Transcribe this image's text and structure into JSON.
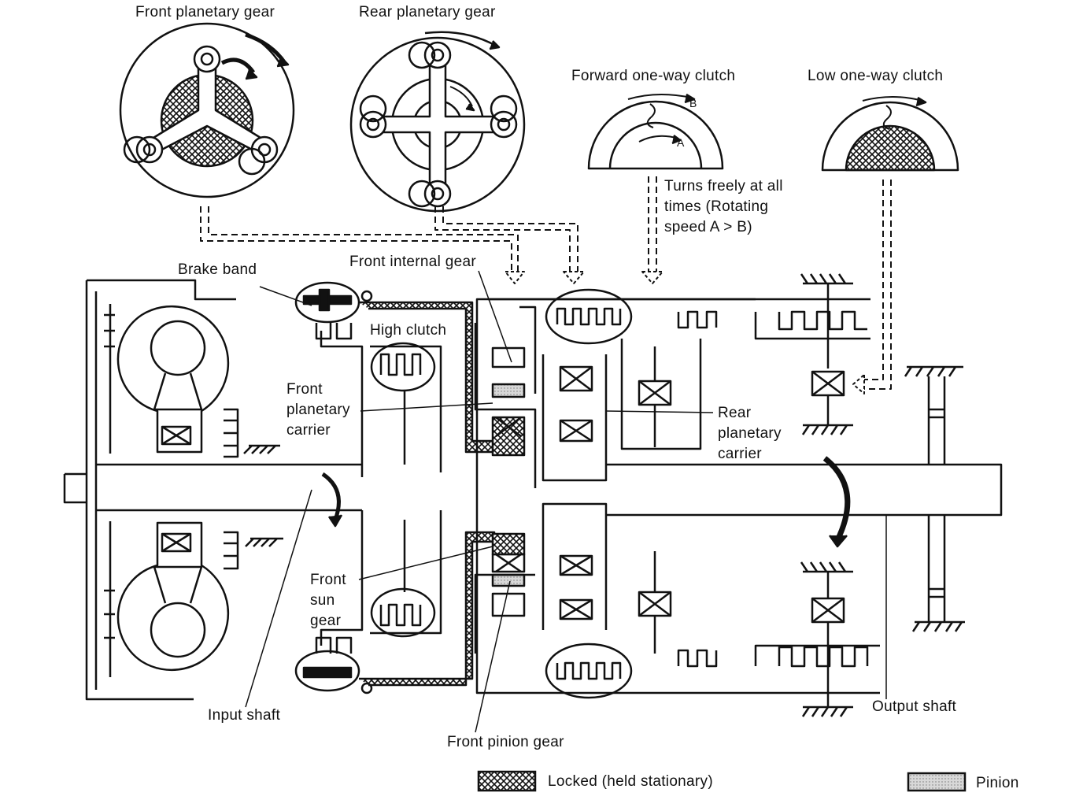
{
  "labels": {
    "front_planetary_gear": "Front planetary gear",
    "rear_planetary_gear": "Rear planetary gear",
    "forward_one_way_clutch": "Forward one-way clutch",
    "low_one_way_clutch": "Low one-way clutch",
    "turns_freely": [
      "Turns freely at all",
      "times (Rotating",
      "speed A > B)"
    ],
    "brake_band": "Brake band",
    "front_internal_gear": "Front internal gear",
    "high_clutch": "High clutch",
    "front_planetary_carrier": [
      "Front",
      "planetary",
      "carrier"
    ],
    "rear_planetary_carrier": [
      "Rear",
      "planetary",
      "carrier"
    ],
    "front_sun_gear": [
      "Front",
      "sun",
      "gear"
    ],
    "input_shaft": "Input shaft",
    "output_shaft": "Output shaft",
    "front_pinion_gear": "Front pinion gear",
    "clutch_marker_a": "A",
    "clutch_marker_b": "B"
  },
  "legend": {
    "locked": "Locked (held stationary)",
    "pinion": "Pinion"
  },
  "colors": {
    "line": "#111111",
    "background": "#ffffff",
    "pinion_fill": "#d8d8d8"
  }
}
